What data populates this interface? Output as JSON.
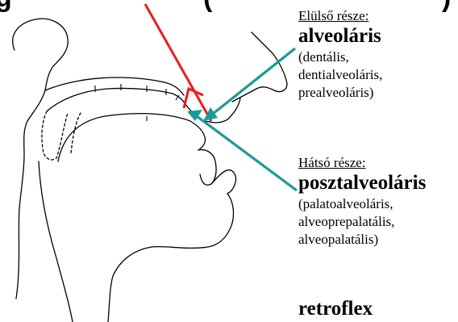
{
  "title": {
    "text_left": "g",
    "text_right": "(",
    "text_right_end": ")"
  },
  "front": {
    "heading": "Elülső része:",
    "term": "alveoláris",
    "synonyms": [
      "(dentális,",
      "dentialveoláris,",
      "prealveoláris)"
    ]
  },
  "back": {
    "heading": "Hátsó része:",
    "term": "posztalveoláris",
    "synonyms": [
      "(palatoalveoláris,",
      "alveoprepalatális,",
      "alveopalatális)"
    ]
  },
  "other": {
    "term": "retroflex"
  },
  "colors": {
    "pointer_red": "#ee1c1c",
    "arrow_teal": "#1a9a96",
    "line": "#000000"
  }
}
